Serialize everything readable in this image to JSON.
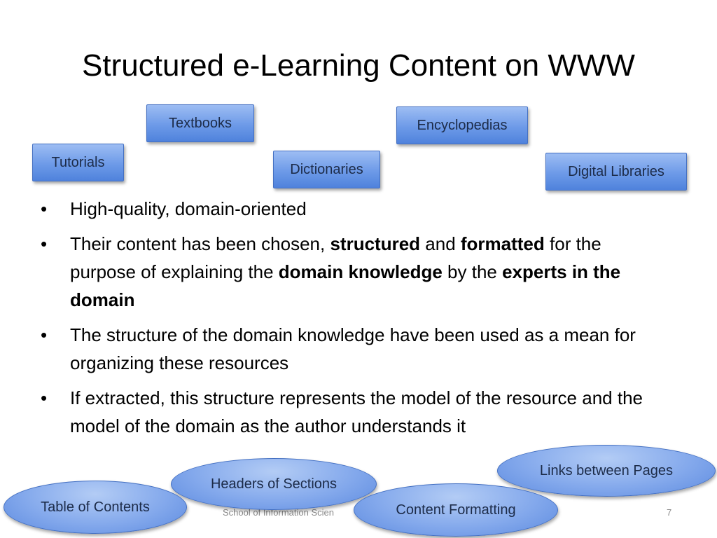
{
  "title": "Structured e-Learning Content on WWW",
  "top_tags": [
    "Textbooks",
    "Encyclopedias",
    "Tutorials",
    "Dictionaries",
    "Digital Libraries"
  ],
  "bullet_marker": "•",
  "bullets": [
    {
      "segments": [
        {
          "text": "High-quality, domain-oriented"
        }
      ]
    },
    {
      "segments": [
        {
          "text": "Their content has been chosen, "
        },
        {
          "text": "structured",
          "bold": true
        },
        {
          "text": " and "
        },
        {
          "text": "formatted",
          "bold": true
        },
        {
          "text": " for the purpose of explaining the "
        },
        {
          "text": "domain knowledge",
          "bold": true
        },
        {
          "text": " by the "
        },
        {
          "text": "experts in the domain",
          "bold": true
        }
      ]
    },
    {
      "segments": [
        {
          "text": "The structure of the domain knowledge have been used as a mean for organizing these resources"
        }
      ]
    },
    {
      "segments": [
        {
          "text": "If extracted, this structure represents the model of the resource and the model of the domain as the author understands it"
        }
      ]
    }
  ],
  "bottom_tags": [
    "Links between Pages",
    "Headers of Sections",
    "Table of Contents",
    "Content Formatting"
  ],
  "footer": "School of Information Scien",
  "page_number": "7"
}
